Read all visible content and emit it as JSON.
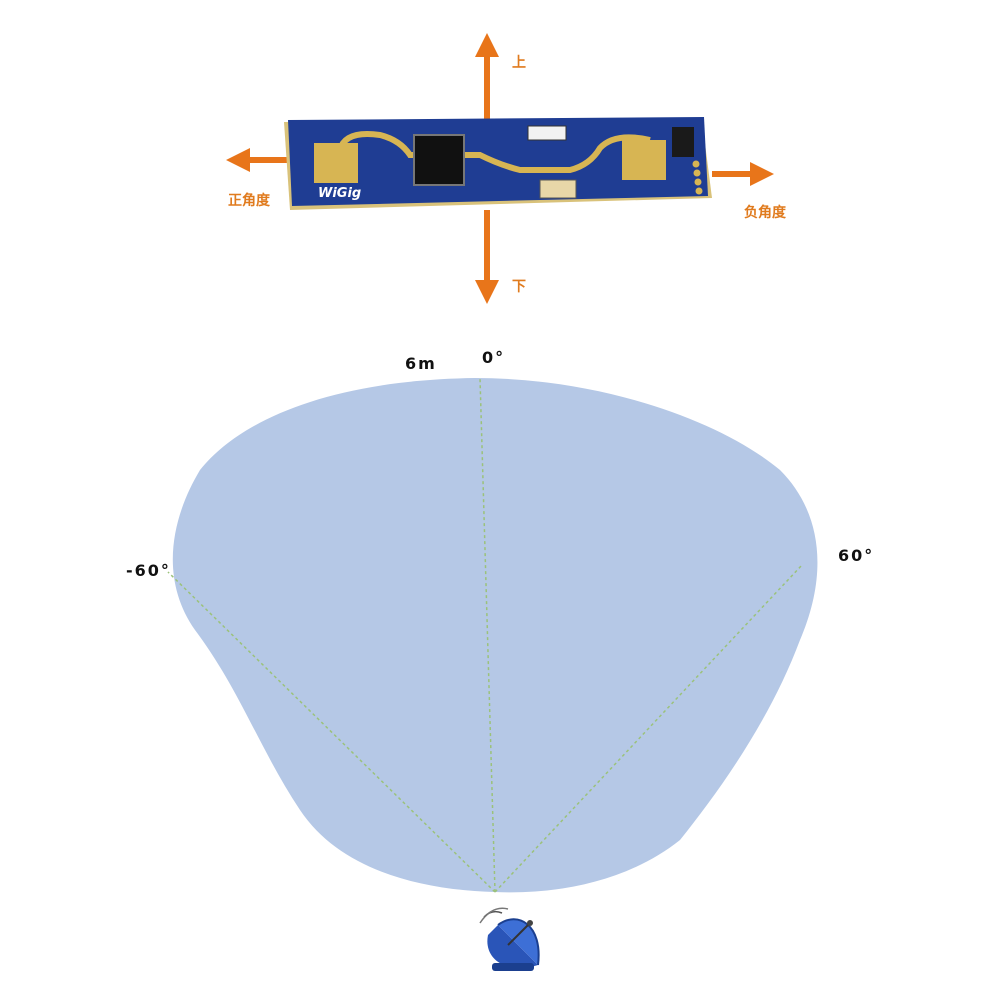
{
  "board": {
    "brand": "WiGig",
    "colors": {
      "pcb": "#1f3d93",
      "pcb_edge": "#d9c27a",
      "antenna": "#d7b553",
      "chip": "#111111"
    }
  },
  "directions": {
    "up": "上",
    "down": "下",
    "left": "正角度",
    "right": "负角度",
    "arrow_color": "#e8751a"
  },
  "coverage": {
    "range_label": "6m",
    "angle_center": "0°",
    "angle_left": "-60°",
    "angle_right": "60°",
    "fill_color": "#b5c8e6",
    "radial_line_color": "#9bc27a",
    "icon": "satellite-dish-icon"
  }
}
